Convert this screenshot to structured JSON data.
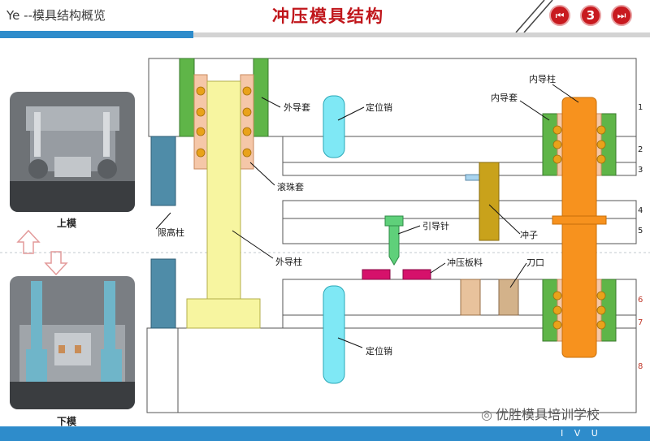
{
  "header": {
    "doc_title": "Ye --模具结构概览",
    "main_title": "冲压模具结构",
    "nav": {
      "first_icon": "skip-previous-icon",
      "page_number": "3",
      "next_icon": "skip-next-icon"
    }
  },
  "left_panel": {
    "upper_caption": "上模",
    "lower_caption": "下模"
  },
  "labels": {
    "outer_guide_sleeve": "外导套",
    "locating_pin_top": "定位销",
    "inner_guide_post": "内导柱",
    "inner_guide_sleeve": "内导套",
    "ball_sleeve": "滚珠套",
    "stop_post": "限高柱",
    "pilot_pin": "引导针",
    "punch": "冲子",
    "outer_guide_post": "外导柱",
    "stamping_strip": "冲压板料",
    "cutting_edge": "刀口",
    "locating_pin_bottom": "定位销"
  },
  "plate_numbers": [
    "1",
    "2",
    "3",
    "4",
    "5",
    "6",
    "7",
    "8"
  ],
  "colors": {
    "accent_blue": "#2e8ccb",
    "title_red": "#c0161b",
    "guide_post_yellow": "#f7f5a0",
    "guide_sleeve_green": "#5fb548",
    "ball_orange": "#e9a21a",
    "inner_post_orange": "#f7921e",
    "pin_cyan": "#7fe8f5",
    "strip_pink": "#d6116b",
    "punch_gold": "#c9a21b",
    "stop_post_steel": "#4f8ca8"
  },
  "footer": {
    "brand": "I V U",
    "watermark": "优胜模具培训学校"
  }
}
